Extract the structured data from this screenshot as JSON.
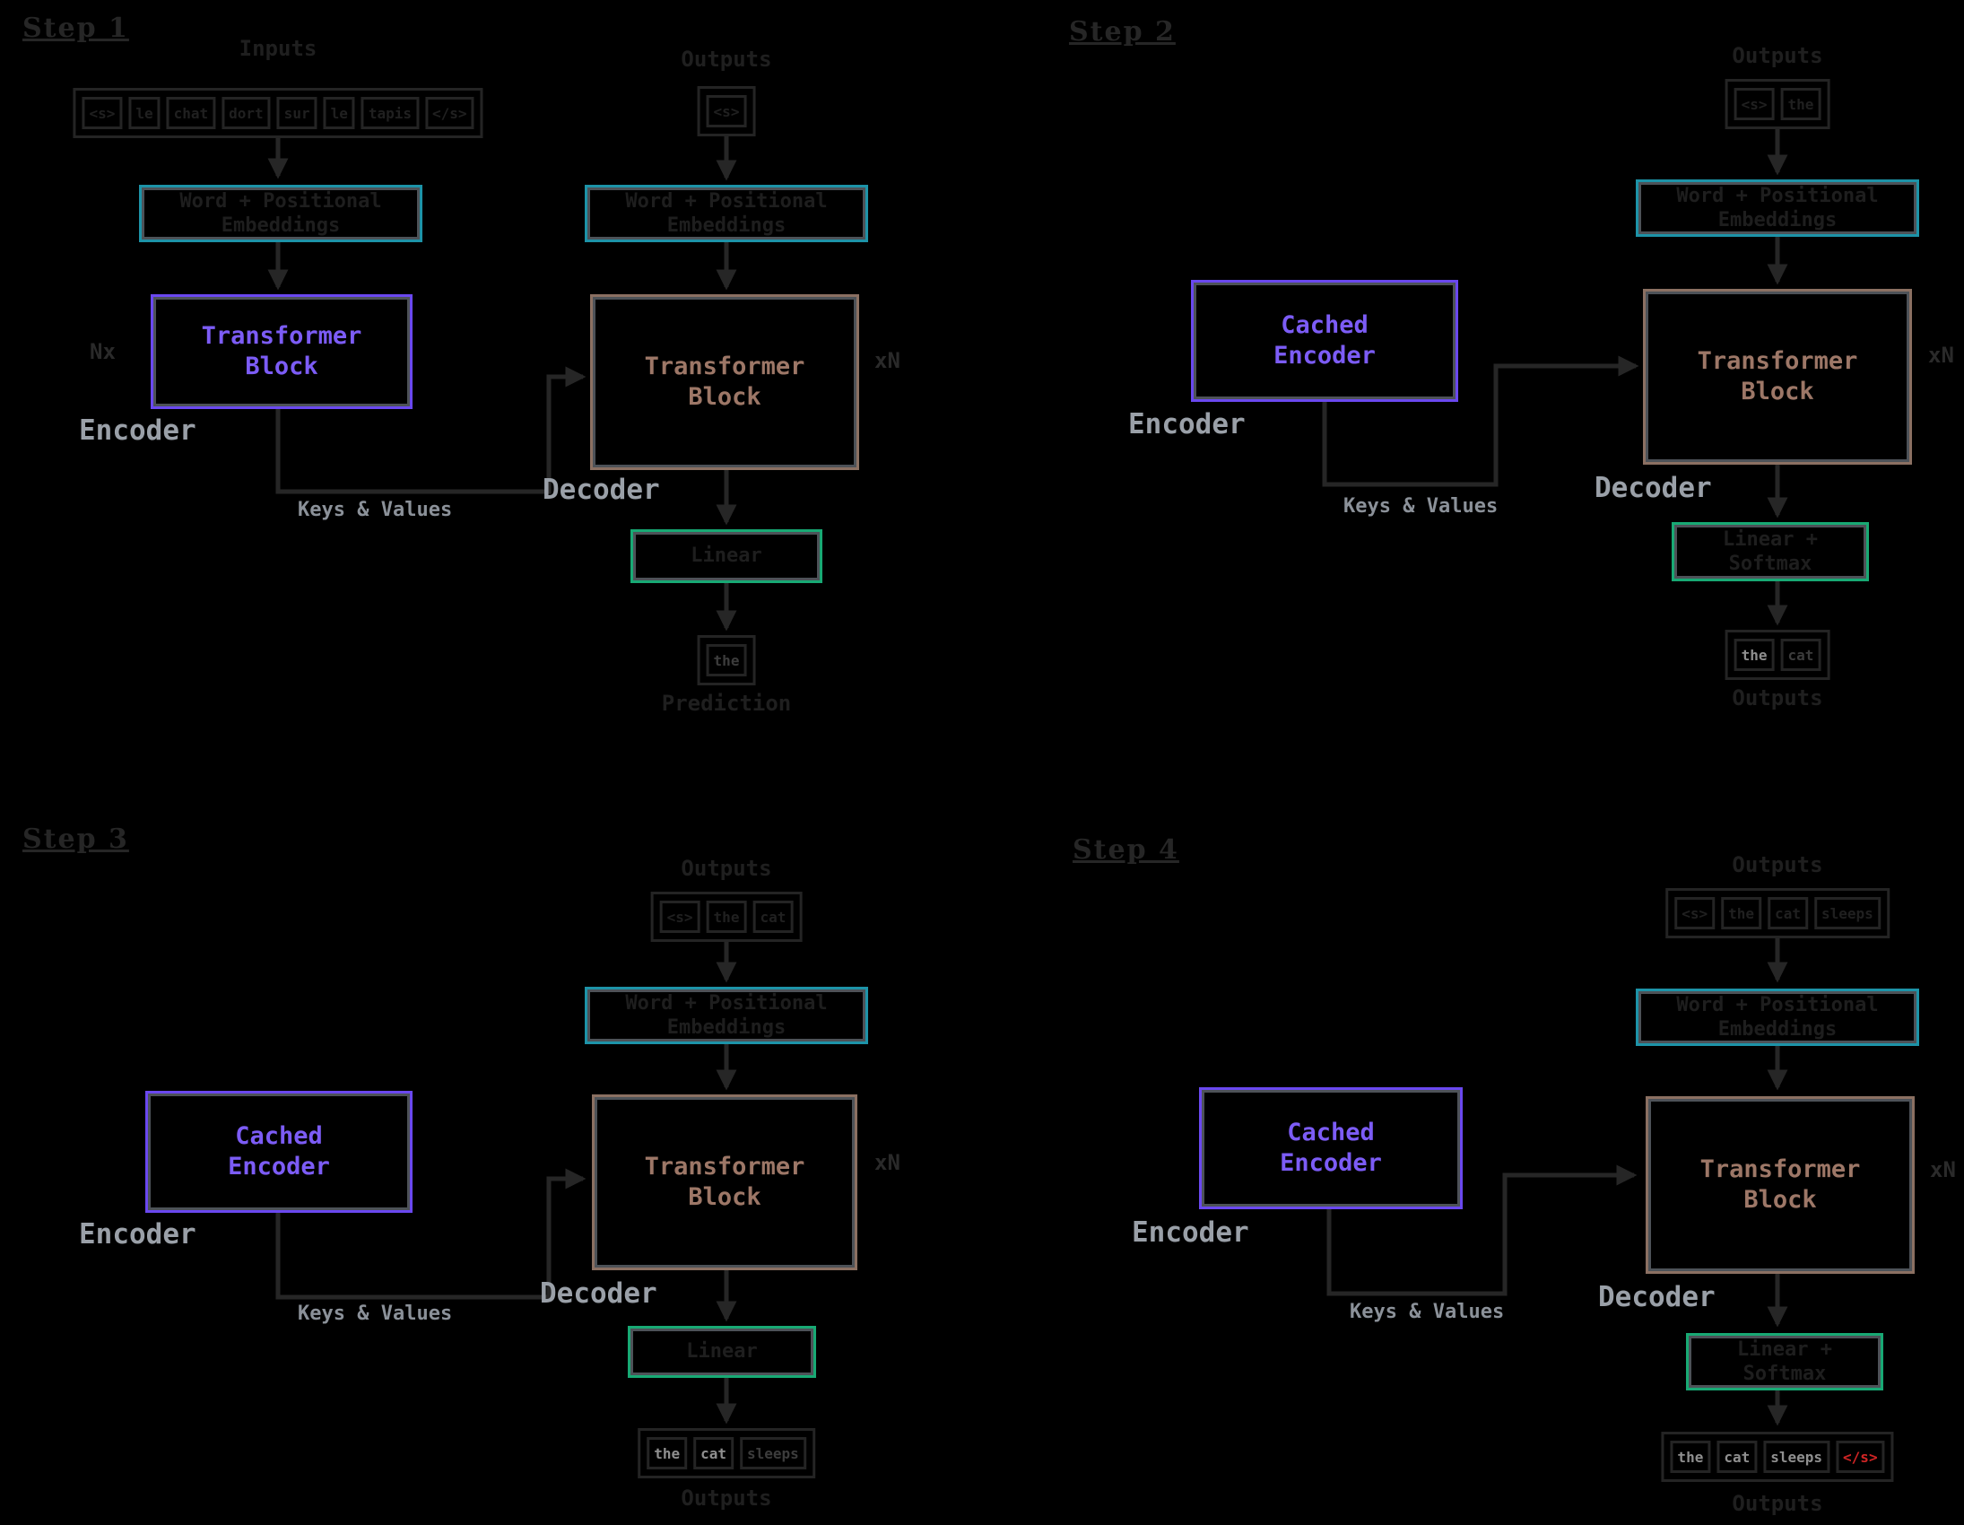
{
  "figure": {
    "background": "#000000"
  },
  "palette": {
    "encoder_box_border": "#6a48f0",
    "encoder_box_text": "#7c5cf6",
    "embedding_box_border": "#1d93a8",
    "decoder_box_border": "#8b7062",
    "decoder_box_text": "#9d7767",
    "head_box_border": "#18a974",
    "caption_gray": "#9aa0a8",
    "wire_dark": "#262626",
    "token_prev": "#8f8f8f",
    "token_end_red": "#d02424"
  },
  "shared": {
    "inputs_label": "Inputs",
    "outputs_label": "Outputs",
    "embed_line1": "Word + Positional",
    "embed_line2": "Embeddings",
    "encoder_caption": "Encoder",
    "decoder_caption": "Decoder",
    "kv_label": "Keys & Values"
  },
  "steps": [
    {
      "title": "Step 1",
      "input_tokens": [
        "<s>",
        "le",
        "chat",
        "dort",
        "sur",
        "le",
        "tapis",
        "</s>"
      ],
      "encoder_block_line1": "Transformer",
      "encoder_block_line2": "Block",
      "encoder_mult": "Nx",
      "top_tokens": [
        "<s>"
      ],
      "decoder_block_line1": "Transformer",
      "decoder_block_line2": "Block",
      "decoder_mult": "xN",
      "head_line1": "Linear",
      "head_line2": "",
      "bottom_tokens": [
        {
          "text": "the",
          "state": "new"
        }
      ],
      "bottom_label": "Prediction"
    },
    {
      "title": "Step 2",
      "encoder_block_line1": "Cached",
      "encoder_block_line2": "Encoder",
      "top_tokens": [
        "<s>",
        "the"
      ],
      "decoder_block_line1": "Transformer",
      "decoder_block_line2": "Block",
      "decoder_mult": "xN",
      "head_line1": "Linear +",
      "head_line2": "Softmax",
      "bottom_tokens": [
        {
          "text": "the",
          "state": "prev"
        },
        {
          "text": "cat",
          "state": "new"
        }
      ],
      "bottom_label": "Outputs"
    },
    {
      "title": "Step 3",
      "encoder_block_line1": "Cached",
      "encoder_block_line2": "Encoder",
      "top_tokens": [
        "<s>",
        "the",
        "cat"
      ],
      "decoder_block_line1": "Transformer",
      "decoder_block_line2": "Block",
      "decoder_mult": "xN",
      "head_line1": "Linear",
      "head_line2": "",
      "bottom_tokens": [
        {
          "text": "the",
          "state": "prev"
        },
        {
          "text": "cat",
          "state": "prev"
        },
        {
          "text": "sleeps",
          "state": "new"
        }
      ],
      "bottom_label": "Outputs"
    },
    {
      "title": "Step 4",
      "encoder_block_line1": "Cached",
      "encoder_block_line2": "Encoder",
      "top_tokens": [
        "<s>",
        "the",
        "cat",
        "sleeps"
      ],
      "decoder_block_line1": "Transformer",
      "decoder_block_line2": "Block",
      "decoder_mult": "xN",
      "head_line1": "Linear +",
      "head_line2": "Softmax",
      "bottom_tokens": [
        {
          "text": "the",
          "state": "prev"
        },
        {
          "text": "cat",
          "state": "prev"
        },
        {
          "text": "sleeps",
          "state": "prev"
        },
        {
          "text": "</s>",
          "state": "end"
        }
      ],
      "bottom_label": "Outputs"
    }
  ]
}
